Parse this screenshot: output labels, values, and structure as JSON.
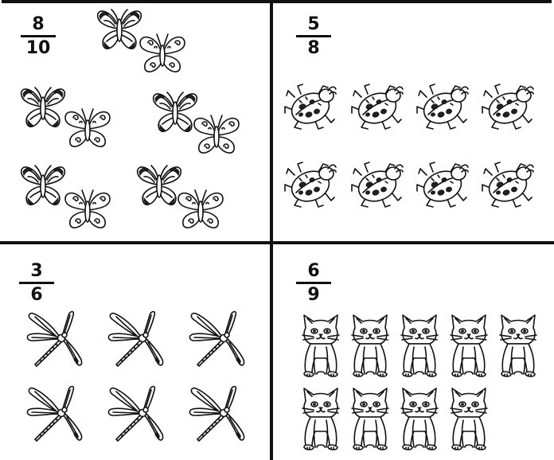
{
  "panels": [
    {
      "id": "butterflies",
      "numerator": "8",
      "denominator": "10",
      "icon": "butterfly-icon"
    },
    {
      "id": "ladybugs",
      "numerator": "5",
      "denominator": "8",
      "icon": "ladybug-icon"
    },
    {
      "id": "dragonflies",
      "numerator": "3",
      "denominator": "6",
      "icon": "dragonfly-icon"
    },
    {
      "id": "cats",
      "numerator": "6",
      "denominator": "9",
      "icon": "cat-icon"
    }
  ],
  "colors": {
    "ink": "#111111",
    "paper": "#ffffff"
  }
}
